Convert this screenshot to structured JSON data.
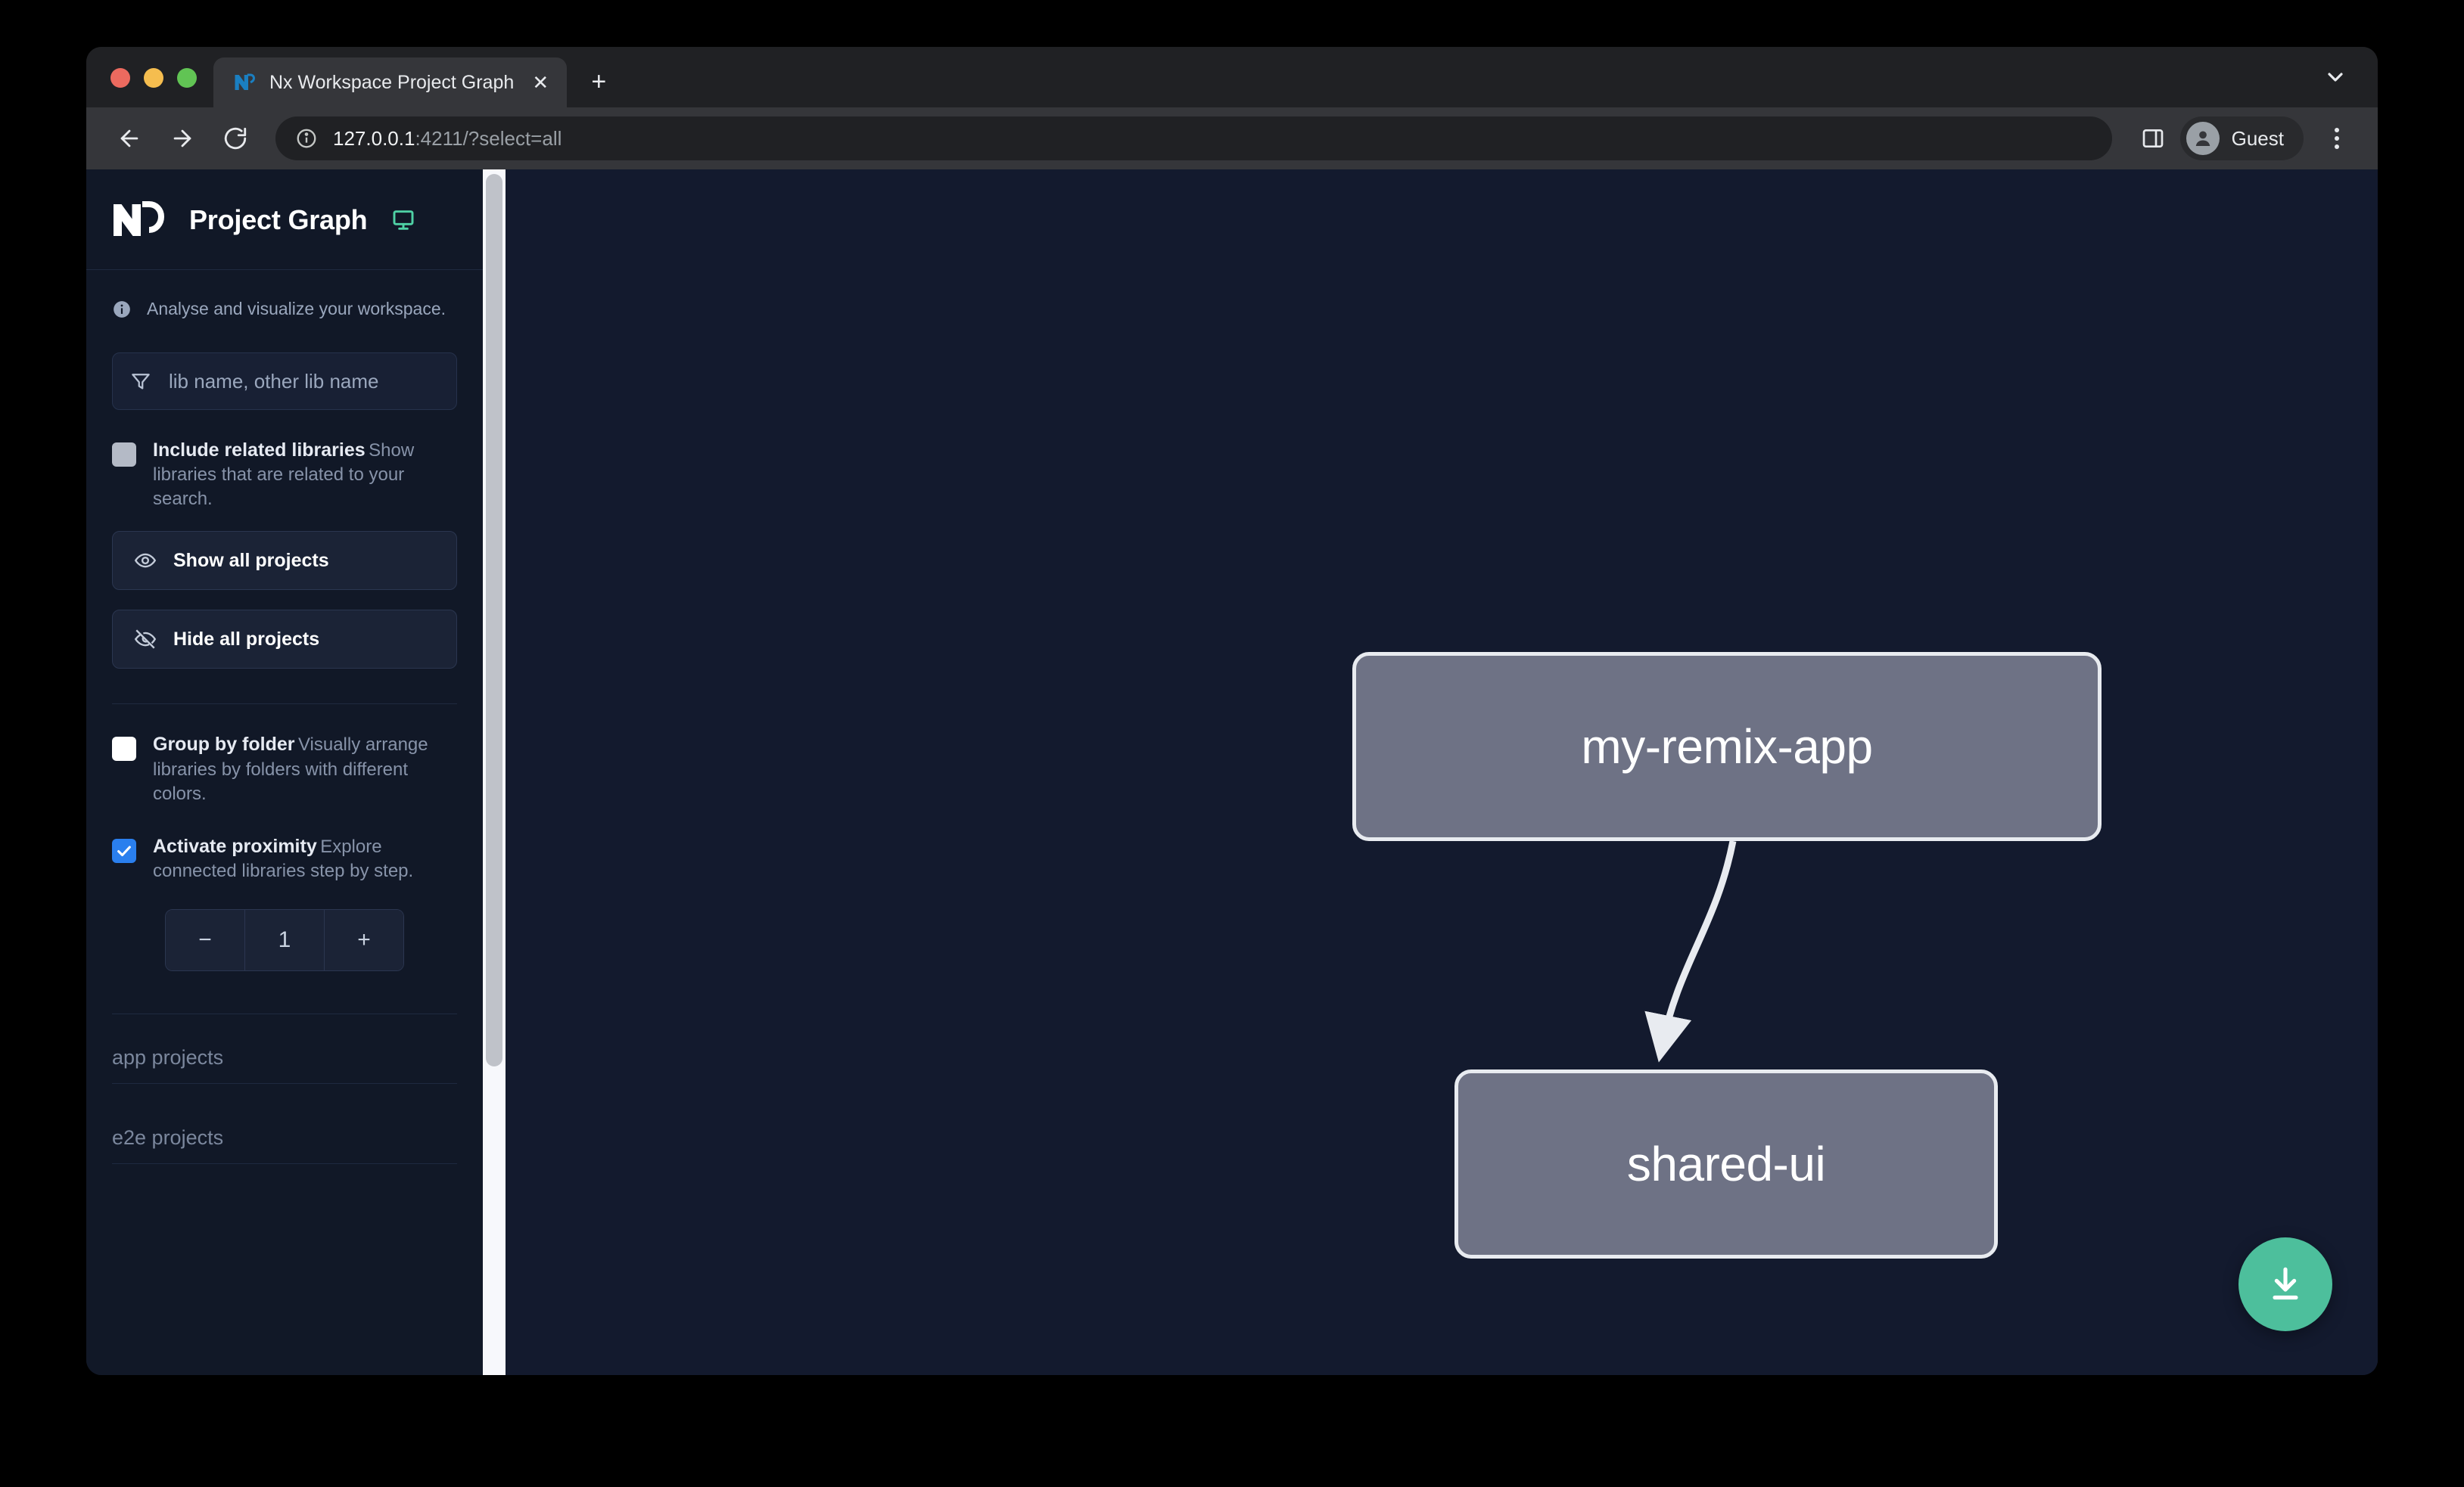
{
  "browser": {
    "tab": {
      "title": "Nx Workspace Project Graph",
      "favicon_name": "nx-favicon",
      "close_label": "✕"
    },
    "new_tab_label": "+",
    "toolbar": {
      "back_label": "back-arrow",
      "forward_label": "forward-arrow",
      "reload_label": "reload",
      "url_host": "127.0.0.1",
      "url_rest": ":4211/?select=all",
      "profile_label": "Guest"
    }
  },
  "sidebar": {
    "title": "Project Graph",
    "tagline": "Analyse and visualize your workspace.",
    "search": {
      "placeholder": "lib name, other lib name",
      "value": ""
    },
    "options": [
      {
        "label": "Include related libraries",
        "desc": "Show libraries that are related to your search.",
        "checked": false,
        "style": "grey"
      },
      {
        "label": "Group by folder",
        "desc": "Visually arrange libraries by folders with different colors.",
        "checked": false,
        "style": "white"
      },
      {
        "label": "Activate proximity",
        "desc": "Explore connected libraries step by step.",
        "checked": true,
        "style": "blue"
      }
    ],
    "buttons": [
      {
        "label": "Show all projects",
        "icon": "eye-icon"
      },
      {
        "label": "Hide all projects",
        "icon": "eye-off-icon"
      }
    ],
    "stepper": {
      "decrement_label": "−",
      "value": "1",
      "increment_label": "+"
    },
    "groups": [
      {
        "label": "app projects"
      },
      {
        "label": "e2e projects"
      }
    ]
  },
  "graph": {
    "nodes": [
      {
        "id": "my-remix-app",
        "label": "my-remix-app"
      },
      {
        "id": "shared-ui",
        "label": "shared-ui"
      }
    ],
    "edges": [
      {
        "from": "my-remix-app",
        "to": "shared-ui"
      }
    ],
    "download_button": {
      "icon": "download-icon",
      "color": "#4dbf9c"
    }
  },
  "colors": {
    "accent_green": "#4fd1a5",
    "checkbox_blue": "#2a7fee",
    "node_fill": "#6e7285",
    "node_border": "#e8ebf0",
    "canvas_bg": "#131a2e",
    "sidebar_bg": "#111827"
  }
}
